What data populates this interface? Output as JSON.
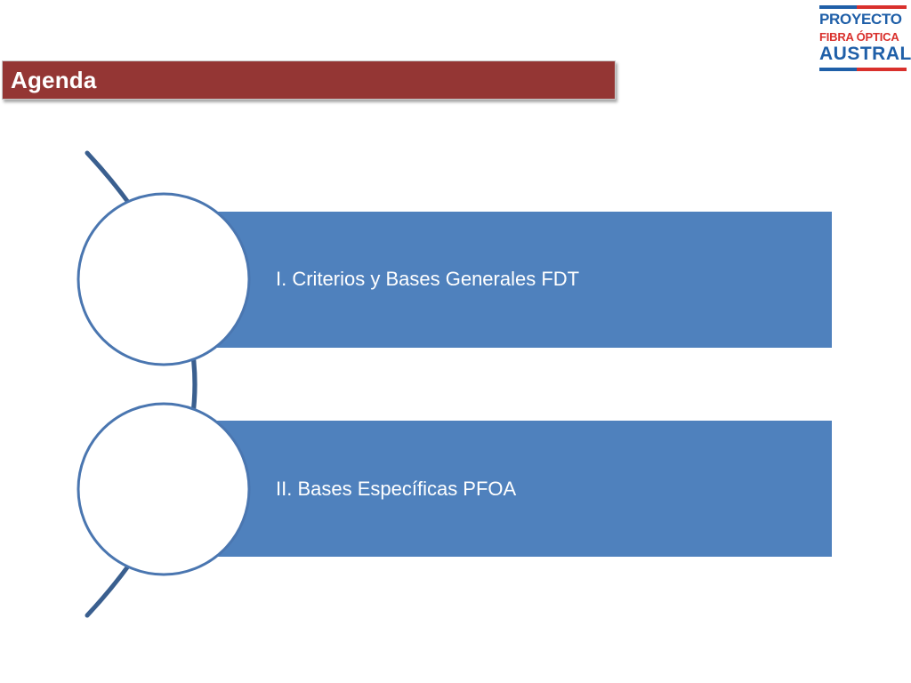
{
  "slide": {
    "title": "Agenda"
  },
  "logo": {
    "line1": "PROYECTO",
    "line2": "FIBRA ÓPTICA",
    "line3": "AUSTRAL"
  },
  "agenda": {
    "items": [
      {
        "label": "I. Criterios y Bases Generales FDT"
      },
      {
        "label": "II. Bases Específicas PFOA"
      }
    ]
  },
  "colors": {
    "title_bar": "#943634",
    "item_band": "#4f81bd",
    "arc_line": "#3a5f8f",
    "circle_border": "#4a76b0",
    "logo_blue": "#1f5fa8",
    "logo_red": "#d9302c"
  }
}
